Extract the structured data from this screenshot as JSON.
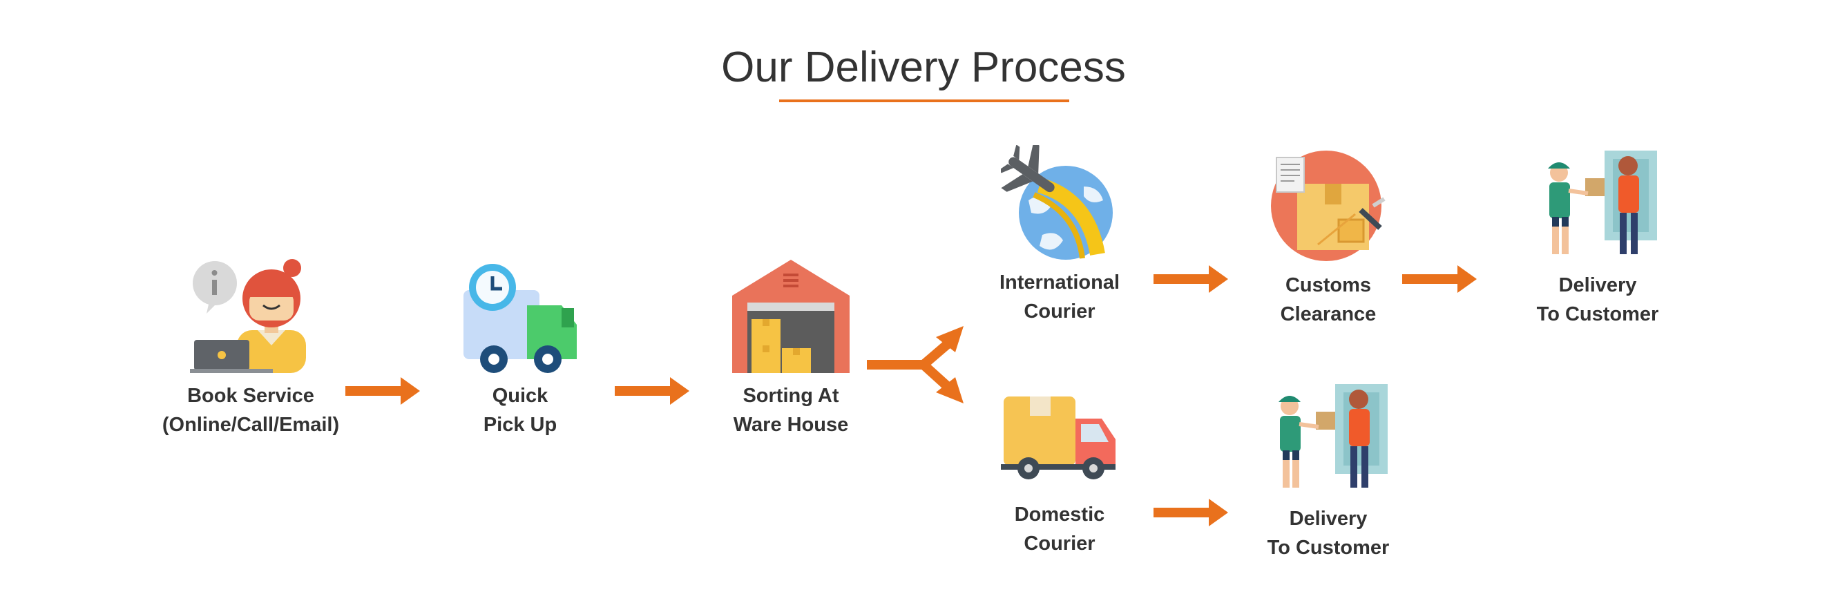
{
  "header": {
    "title": "Our Delivery Process"
  },
  "colors": {
    "accent": "#E9711C",
    "text": "#333333"
  },
  "steps": [
    {
      "id": "book-service",
      "icon": "customer-support-laptop-icon",
      "line1": "Book Service",
      "line2": "(Online/Call/Email)"
    },
    {
      "id": "quick-pickup",
      "icon": "delivery-truck-clock-icon",
      "line1": "Quick",
      "line2": "Pick Up"
    },
    {
      "id": "sorting",
      "icon": "warehouse-icon",
      "line1": "Sorting At",
      "line2": "Ware House"
    },
    {
      "id": "international",
      "icon": "globe-airplane-icon",
      "line1": "International",
      "line2": "Courier"
    },
    {
      "id": "customs",
      "icon": "customs-package-icon",
      "line1": "Customs",
      "line2": "Clearance"
    },
    {
      "id": "delivery-intl",
      "icon": "courier-handover-icon",
      "line1": "Delivery",
      "line2": "To Customer"
    },
    {
      "id": "domestic",
      "icon": "cargo-truck-icon",
      "line1": "Domestic",
      "line2": "Courier"
    },
    {
      "id": "delivery-domestic",
      "icon": "courier-handover-icon",
      "line1": "Delivery",
      "line2": "To Customer"
    }
  ]
}
